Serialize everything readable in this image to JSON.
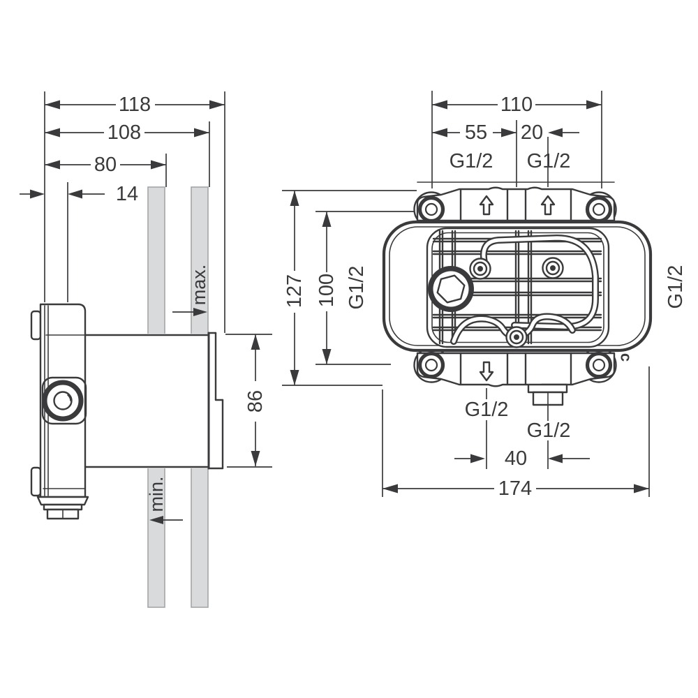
{
  "colors": {
    "line": "#3a3a3c",
    "wall_fill": "#d8dadc",
    "wall_stroke": "#a3a5a7",
    "background": "#ffffff"
  },
  "side_view": {
    "depth_total": "118",
    "depth_wall_max": "108",
    "depth_wall_min": "80",
    "plate_depth": "14",
    "outlet_height": "86",
    "wall_max_label": "max.",
    "wall_min_label": "min."
  },
  "front_view": {
    "screw_spacing_horizontal": "110",
    "top_offset_left": "55",
    "top_offset_right": "20",
    "height_total": "127",
    "screw_spacing_vertical": "100",
    "bottom_offset": "40",
    "width_total": "174",
    "threads": {
      "top_left": "G1/2",
      "top_right": "G1/2",
      "side_left": "G1/2",
      "side_right": "G1/2",
      "bottom": "G1/2",
      "bottom_outlet": "G1/2"
    },
    "cast_mark": "c"
  }
}
